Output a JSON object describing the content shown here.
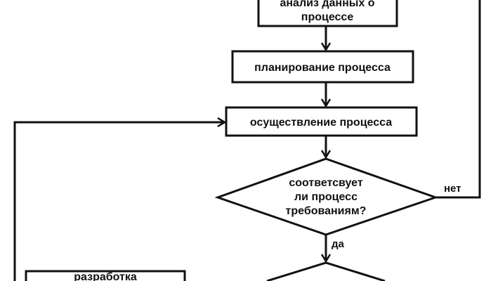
{
  "diagram": {
    "type": "flowchart",
    "nodes": {
      "analysis": {
        "lines": [
          "анализ данных о",
          "процессе"
        ]
      },
      "planning": {
        "lines": [
          "планирование процесса"
        ]
      },
      "execution": {
        "lines": [
          "осуществление процесса"
        ]
      },
      "decision": {
        "lines": [
          "соответсвует",
          "ли процесс",
          "требованиям?"
        ]
      },
      "development": {
        "lines": [
          "разработка"
        ]
      }
    },
    "edges": {
      "no_label": "нет",
      "yes_label": "да"
    },
    "colors": {
      "stroke": "#111111",
      "background": "#ffffff"
    }
  }
}
